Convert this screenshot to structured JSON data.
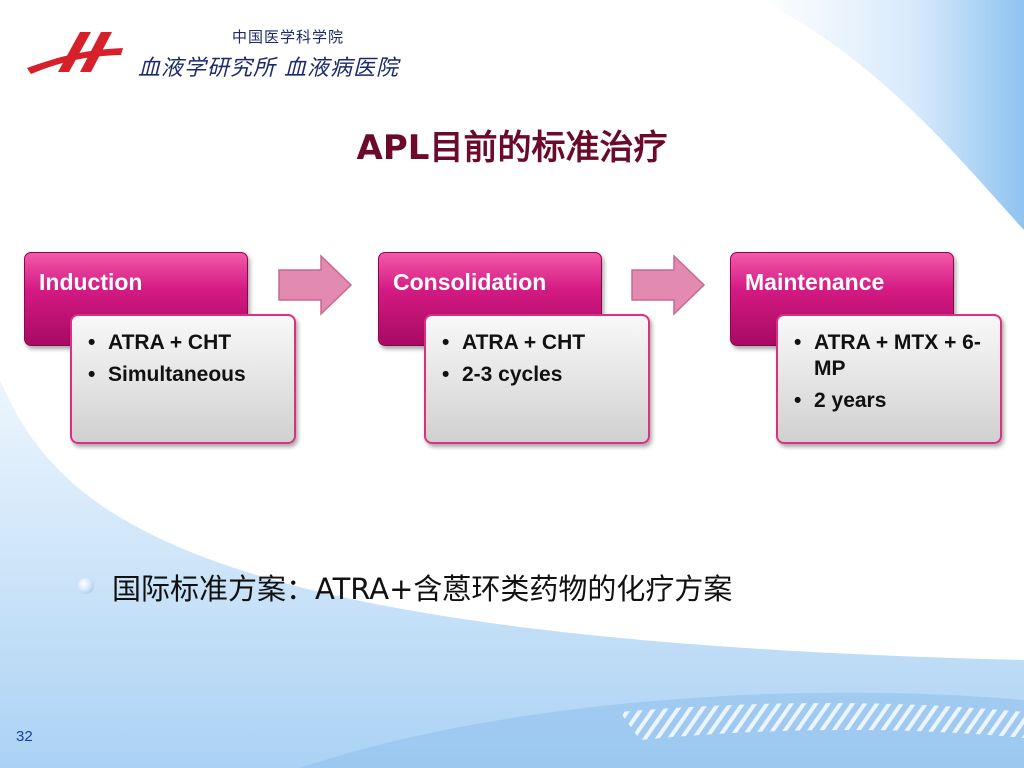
{
  "header": {
    "institution_top": "中国医学科学院",
    "institution_bottom": "血液学研究所  血液病医院"
  },
  "title": "APL目前的标准治疗",
  "stages": [
    {
      "title": "Induction",
      "items": [
        "ATRA + CHT",
        "Simultaneous"
      ]
    },
    {
      "title": "Consolidation",
      "items": [
        "ATRA + CHT",
        "2-3  cycles"
      ]
    },
    {
      "title": "Maintenance",
      "items": [
        "ATRA + MTX + 6-MP",
        "2 years"
      ]
    }
  ],
  "bullet": "国际标准方案：ATRA+含蒽环类药物的化疗方案",
  "page_number": "32",
  "colors": {
    "title": "#6b0a2a",
    "stage_header": "#d41a83",
    "arrow": "#e38ab0",
    "page_number": "#1a3f9c"
  }
}
